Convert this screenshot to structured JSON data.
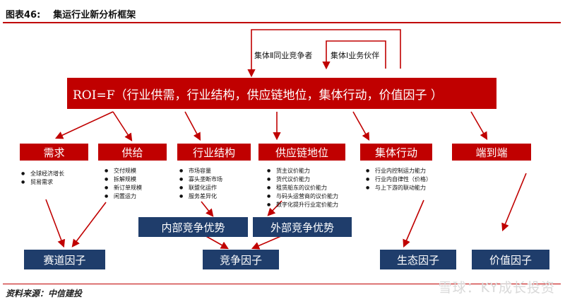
{
  "header": {
    "figure_no": "图表46:",
    "title": "集运行业新分析框架"
  },
  "competitors": {
    "peer": "集体Ⅱ同业竞争者",
    "partner": "集体I业务伙伴"
  },
  "roi": "ROI=F（行业供需，行业结构，供应链地位，集体行动，价值因子 ）",
  "categories": [
    {
      "label": "需求",
      "items": [
        "全球经济增长",
        "贸易需求"
      ]
    },
    {
      "label": "供给",
      "items": [
        "交付规模",
        "拆解规模",
        "新订单规模",
        "闲置运力"
      ]
    },
    {
      "label": "行业结构",
      "items": [
        "市场容量",
        "寡头垄断市场",
        "联盟化运作",
        "服务差异化"
      ]
    },
    {
      "label": "供应链地位",
      "items": [
        "货主议价能力",
        "货代议价能力",
        "租赁船东的议价能力",
        "与码头运营商的议价能力",
        "数字化提升行业定价能力"
      ]
    },
    {
      "label": "集体行动",
      "items": [
        "行业内控制运力能力",
        "行业内自律性（价格）",
        "与上下游的联动能力"
      ]
    },
    {
      "label": "端到端",
      "items": []
    }
  ],
  "advantages": {
    "internal": "内部竞争优势",
    "external": "外部竞争优势"
  },
  "factors": {
    "track": "赛道因子",
    "competition": "竞争因子",
    "ecology": "生态因子",
    "value": "价值因子"
  },
  "footer": {
    "source": "资料来源：中信建投",
    "watermark": "雪球：KY成长投资"
  },
  "colors": {
    "red": "#c00000",
    "navy": "#1f3d6b"
  }
}
